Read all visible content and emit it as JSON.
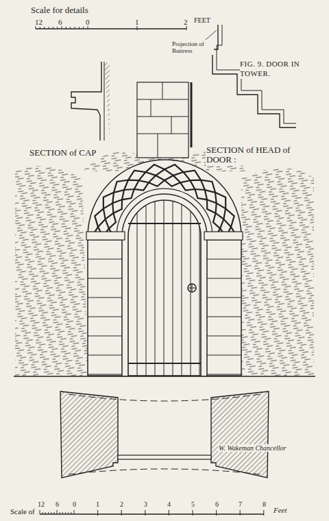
{
  "diagram": {
    "caption": "FIG. 9. DOOR IN TOWER.",
    "labels": [
      "Scale for details",
      "12",
      "6",
      "0",
      "1",
      "2",
      "FEET",
      "Projection of Buttress",
      "SECTION of CAP",
      "SECTION of HEAD of DOOR :",
      "W. Wakeman Chancellor",
      "Scale of",
      "12",
      "6",
      "0",
      "1",
      "2",
      "3",
      "4",
      "5",
      "6",
      "7",
      "8",
      "Feet"
    ]
  }
}
